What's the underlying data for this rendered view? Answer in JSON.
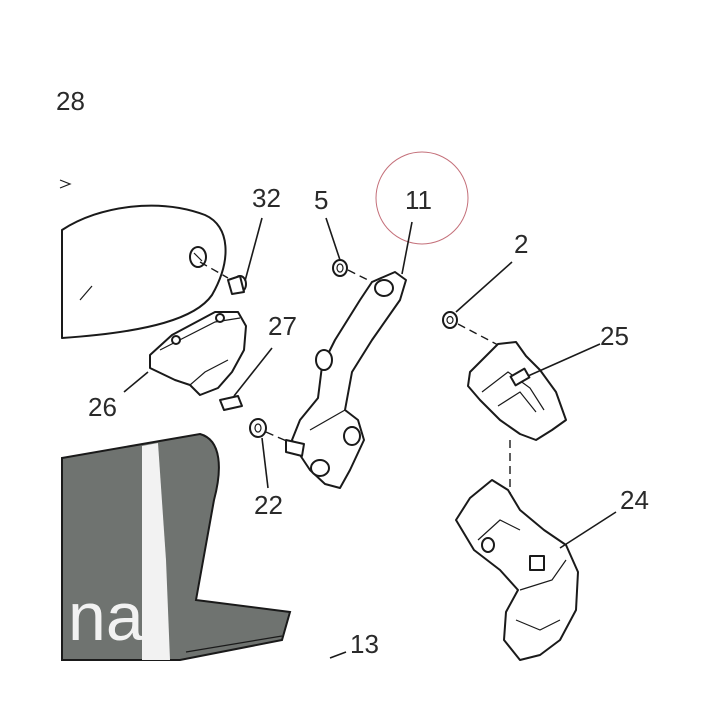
{
  "diagram": {
    "callouts": {
      "c28": "28",
      "c32": "32",
      "c5": "5",
      "c11": "11",
      "c2": "2",
      "c27": "27",
      "c25": "25",
      "c26": "26",
      "c22": "22",
      "c24": "24",
      "c13": "13"
    },
    "panel_lettering": "na",
    "colors": {
      "panel_dark": "#6f7370",
      "panel_light": "#f2f2f2",
      "highlight_circle": "#c4707a",
      "line": "#1a1a1a"
    }
  }
}
